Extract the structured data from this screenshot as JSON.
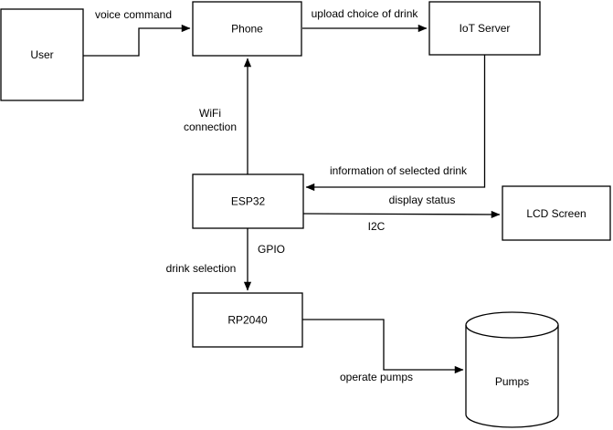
{
  "diagram": {
    "colors": {
      "stroke": "#000000",
      "background": "#ffffff",
      "text": "#000000"
    },
    "nodes": {
      "user": {
        "label": "User",
        "shape": "rectangle"
      },
      "phone": {
        "label": "Phone",
        "shape": "rectangle"
      },
      "iot_server": {
        "label": "IoT Server",
        "shape": "rectangle"
      },
      "esp32": {
        "label": "ESP32",
        "shape": "rectangle"
      },
      "lcd_screen": {
        "label": "LCD Screen",
        "shape": "rectangle"
      },
      "rp2040": {
        "label": "RP2040",
        "shape": "rectangle"
      },
      "pumps": {
        "label": "Pumps",
        "shape": "cylinder"
      }
    },
    "edges": {
      "user_to_phone": {
        "from": "User",
        "to": "Phone",
        "label": "voice command"
      },
      "phone_to_iot_server": {
        "from": "Phone",
        "to": "IoT Server",
        "label": "upload choice of drink"
      },
      "esp32_to_phone": {
        "from": "ESP32",
        "to": "Phone",
        "label_lines": [
          "WiFi",
          "connection"
        ]
      },
      "iot_server_to_esp32": {
        "from": "IoT Server",
        "to": "ESP32",
        "label": "information of selected drink"
      },
      "esp32_to_lcd_screen": {
        "from": "ESP32",
        "to": "LCD Screen",
        "label_above": "display status",
        "label_below": "I2C"
      },
      "esp32_to_rp2040": {
        "from": "ESP32",
        "to": "RP2040",
        "label_right": "GPIO",
        "label_left": "drink selection"
      },
      "rp2040_to_pumps": {
        "from": "RP2040",
        "to": "Pumps",
        "label": "operate pumps"
      }
    }
  }
}
